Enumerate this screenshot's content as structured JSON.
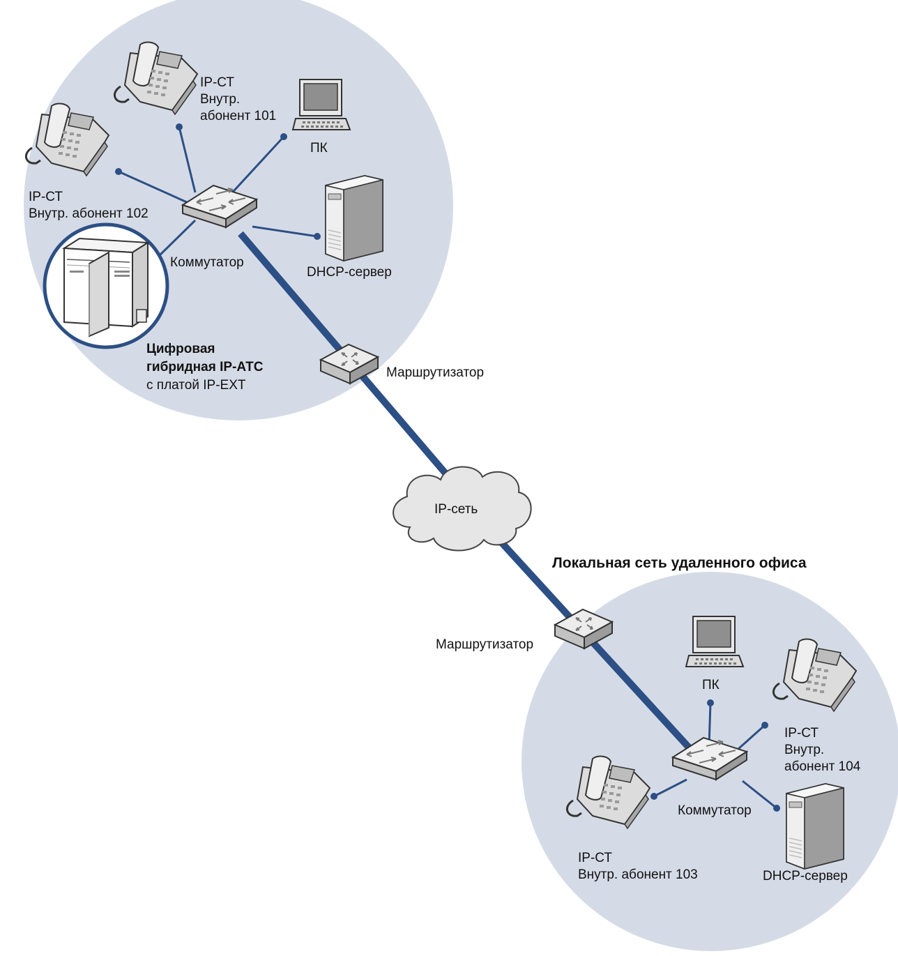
{
  "colors": {
    "zone_fill": "#d5dbe6",
    "trunk": "#2c4f85",
    "link": "#2c4f85",
    "device_light": "#f2f2f2",
    "device_mid": "#c8c8c8",
    "device_dark": "#8c8c8c",
    "outline": "#333333"
  },
  "main_office": {
    "phone_101": {
      "line1": "IP-СТ",
      "line2": "Внутр.",
      "line3": "абонент 101"
    },
    "phone_102": {
      "line1": "IP-СТ",
      "line2": "Внутр. абонент 102"
    },
    "pc_label": "ПК",
    "dhcp_label": "DHCP-сервер",
    "switch_label": "Коммутатор",
    "pbx": {
      "line1": "Цифровая",
      "line2": "гибридная IP-АТС",
      "line3": "с платой IP-EXT"
    },
    "router_label": "Маршрутизатор"
  },
  "network_label": "IP-сеть",
  "remote_office": {
    "title": "Локальная сеть удаленного офиса",
    "router_label": "Маршрутизатор",
    "pc_label": "ПК",
    "phone_104": {
      "line1": "IP-СТ",
      "line2": "Внутр.",
      "line3": "абонент 104"
    },
    "switch_label": "Коммутатор",
    "dhcp_label": "DHCP-сервер",
    "phone_103": {
      "line1": "IP-СТ",
      "line2": "Внутр. абонент 103"
    }
  }
}
